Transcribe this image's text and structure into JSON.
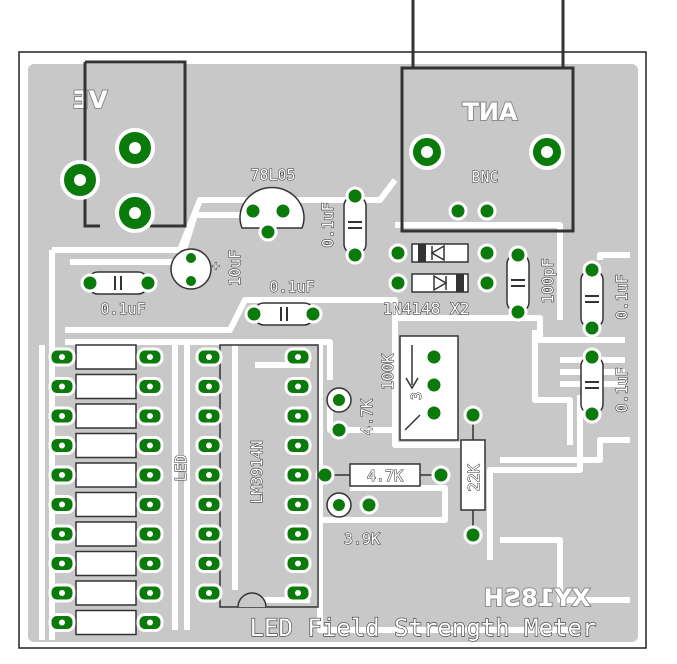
{
  "board": {
    "title": "LED Field Strength Meter",
    "signature_mirrored": "XY18SH",
    "copper_label_left_mirrored": "VE",
    "copper_label_right_mirrored": "ANT",
    "colors": {
      "copper": "#c8c8c8",
      "pad": "#0a7a0a",
      "silkscreen": "#ffffff",
      "outline": "#222222",
      "background": "#ffffff"
    }
  },
  "components": {
    "bnc": "BNC",
    "regulator": "78L05",
    "c_reg_out": "0.1uF",
    "c_electrolytic": "10uF",
    "c_input": "0.1uF",
    "c_mid": "0.1uF",
    "diodes": "1N4148 X2",
    "c_100p": "100pF",
    "c_right_top": "0.1uF",
    "c_right_bottom": "0.1uF",
    "pot": "100K",
    "pot_pin": "3",
    "r_4k7_vertical": "4.7K",
    "r_4k7_horizontal": "4.7K",
    "r_22k": "22K",
    "r_3k9": "3.9K",
    "led_label": "LED",
    "ic": "LM3914N",
    "electrolytic_plus": "+"
  }
}
